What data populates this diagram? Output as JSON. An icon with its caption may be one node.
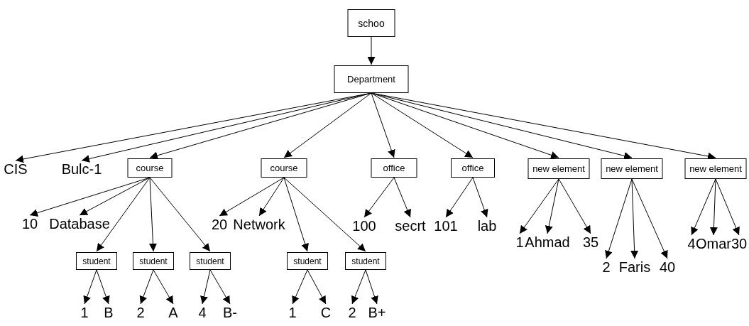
{
  "diagram": {
    "nodes": [
      {
        "text": [
          "schoo"
        ]
      },
      {
        "text": [
          "Department"
        ]
      },
      {
        "text": [
          "CIS"
        ]
      },
      {
        "text": [
          "Bulc-1"
        ]
      },
      {
        "text": [
          "course"
        ]
      },
      {
        "text": [
          "course"
        ]
      },
      {
        "text": [
          "office"
        ]
      },
      {
        "text": [
          "office"
        ]
      },
      {
        "text": [
          "new element"
        ]
      },
      {
        "text": [
          "new element"
        ]
      },
      {
        "text": [
          "new element"
        ]
      },
      {
        "text": [
          "10"
        ]
      },
      {
        "text": [
          "Database"
        ]
      },
      {
        "text": [
          "student"
        ]
      },
      {
        "text": [
          "student"
        ]
      },
      {
        "text": [
          "student"
        ]
      },
      {
        "text": [
          "20"
        ]
      },
      {
        "text": [
          "Network"
        ]
      },
      {
        "text": [
          "student"
        ]
      },
      {
        "text": [
          "student"
        ]
      },
      {
        "text": [
          "100"
        ]
      },
      {
        "text": [
          "secrt"
        ]
      },
      {
        "text": [
          "101"
        ]
      },
      {
        "text": [
          "lab"
        ]
      },
      {
        "text": [
          "1"
        ]
      },
      {
        "text": [
          "Ahmad"
        ]
      },
      {
        "text": [
          "35"
        ]
      },
      {
        "text": [
          "2"
        ]
      },
      {
        "text": [
          "Faris"
        ]
      },
      {
        "text": [
          "40"
        ]
      },
      {
        "text": [
          "4"
        ]
      },
      {
        "text": [
          "Omar"
        ]
      },
      {
        "text": [
          "30"
        ]
      },
      {
        "text": [
          "1"
        ]
      },
      {
        "text": [
          "B"
        ]
      },
      {
        "text": [
          "2"
        ]
      },
      {
        "text": [
          "A"
        ]
      },
      {
        "text": [
          "4"
        ]
      },
      {
        "text": [
          "B-"
        ]
      },
      {
        "text": [
          "1"
        ]
      },
      {
        "text": [
          "C"
        ]
      },
      {
        "text": [
          "2"
        ]
      },
      {
        "text": [
          "B+"
        ]
      }
    ],
    "edges": [
      {
        "from": 0,
        "to": 1,
        "arrow": "to"
      },
      {
        "from": 1,
        "to": 2,
        "arrow": "to"
      },
      {
        "from": 1,
        "to": 3,
        "arrow": "to"
      },
      {
        "from": 1,
        "to": 4,
        "arrow": "to"
      },
      {
        "from": 1,
        "to": 5,
        "arrow": "to"
      },
      {
        "from": 1,
        "to": 6,
        "arrow": "to"
      },
      {
        "from": 1,
        "to": 7,
        "arrow": "to"
      },
      {
        "from": 1,
        "to": 8,
        "arrow": "to"
      },
      {
        "from": 1,
        "to": 9,
        "arrow": "to"
      },
      {
        "from": 1,
        "to": 10,
        "arrow": "to"
      },
      {
        "from": 4,
        "to": 11,
        "arrow": "to"
      },
      {
        "from": 4,
        "to": 12,
        "arrow": "to"
      },
      {
        "from": 4,
        "to": 13,
        "arrow": "to"
      },
      {
        "from": 4,
        "to": 14,
        "arrow": "to"
      },
      {
        "from": 4,
        "to": 15,
        "arrow": "to"
      },
      {
        "from": 5,
        "to": 16,
        "arrow": "to"
      },
      {
        "from": 5,
        "to": 17,
        "arrow": "to"
      },
      {
        "from": 5,
        "to": 18,
        "arrow": "to"
      },
      {
        "from": 5,
        "to": 19,
        "arrow": "to"
      },
      {
        "from": 6,
        "to": 20,
        "arrow": "to"
      },
      {
        "from": 6,
        "to": 21,
        "arrow": "to"
      },
      {
        "from": 7,
        "to": 22,
        "arrow": "to"
      },
      {
        "from": 7,
        "to": 23,
        "arrow": "to"
      },
      {
        "from": 8,
        "to": 24,
        "arrow": "to"
      },
      {
        "from": 8,
        "to": 25,
        "arrow": "to"
      },
      {
        "from": 8,
        "to": 26,
        "arrow": "to"
      },
      {
        "from": 9,
        "to": 27,
        "arrow": "to"
      },
      {
        "from": 9,
        "to": 28,
        "arrow": "to"
      },
      {
        "from": 9,
        "to": 29,
        "arrow": "to"
      },
      {
        "from": 10,
        "to": 30,
        "arrow": "to"
      },
      {
        "from": 10,
        "to": 31,
        "arrow": "to"
      },
      {
        "from": 10,
        "to": 32,
        "arrow": "to"
      },
      {
        "from": 13,
        "to": 33,
        "arrow": "to"
      },
      {
        "from": 13,
        "to": 34,
        "arrow": "to"
      },
      {
        "from": 14,
        "to": 35,
        "arrow": "to"
      },
      {
        "from": 14,
        "to": 36,
        "arrow": "to"
      },
      {
        "from": 15,
        "to": 37,
        "arrow": "to"
      },
      {
        "from": 15,
        "to": 38,
        "arrow": "to"
      },
      {
        "from": 18,
        "to": 39,
        "arrow": "to"
      },
      {
        "from": 18,
        "to": 40,
        "arrow": "to"
      },
      {
        "from": 19,
        "to": 41,
        "arrow": "to"
      },
      {
        "from": 19,
        "to": 42,
        "arrow": "to"
      }
    ]
  }
}
